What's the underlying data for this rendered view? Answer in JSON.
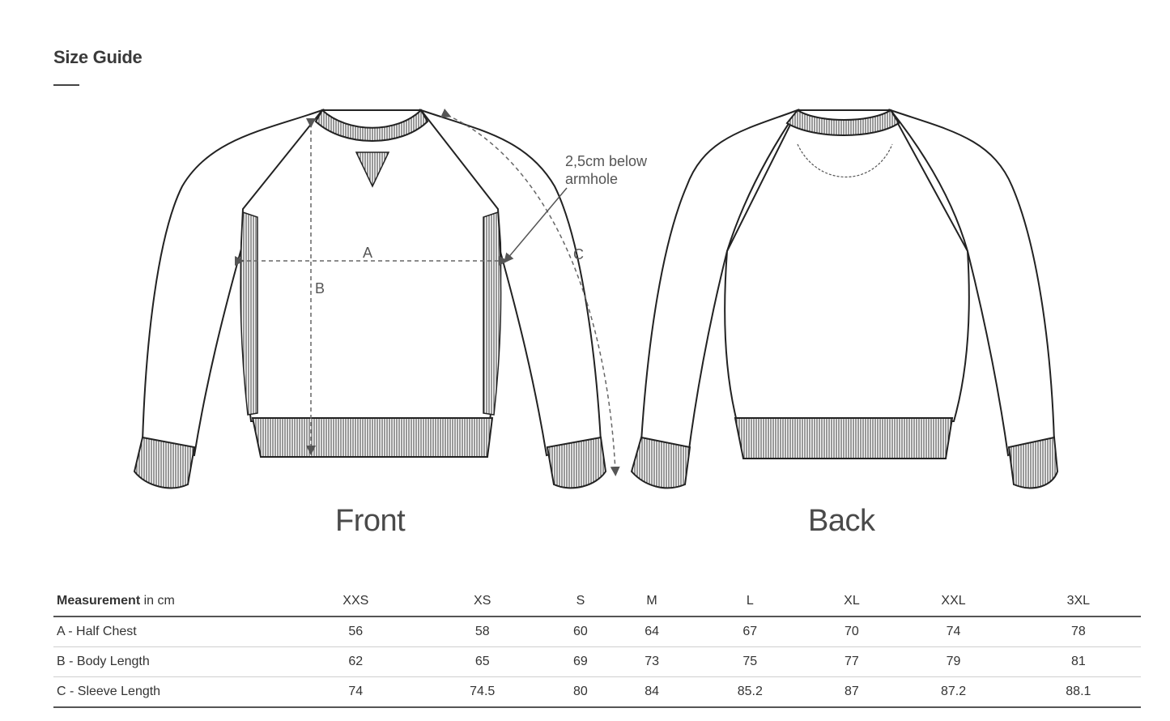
{
  "page": {
    "title": "Size Guide"
  },
  "illustration": {
    "front_label": "Front",
    "back_label": "Back",
    "letter_a": "A",
    "letter_b": "B",
    "letter_c": "C",
    "note_line1": "2,5cm below",
    "note_line2": "armhole"
  },
  "table": {
    "header": {
      "measurement_bold": "Measurement",
      "measurement_unit": " in cm",
      "sizes": [
        "XXS",
        "XS",
        "S",
        "M",
        "L",
        "XL",
        "XXL",
        "3XL"
      ]
    },
    "rows": [
      {
        "label": "A - Half Chest",
        "values": [
          "56",
          "58",
          "60",
          "64",
          "67",
          "70",
          "74",
          "78"
        ]
      },
      {
        "label": "B - Body Length",
        "values": [
          "62",
          "65",
          "69",
          "73",
          "75",
          "77",
          "79",
          "81"
        ]
      },
      {
        "label": "C - Sleeve Length",
        "values": [
          "74",
          "74.5",
          "80",
          "84",
          "85.2",
          "87",
          "87.2",
          "88.1"
        ]
      }
    ]
  }
}
